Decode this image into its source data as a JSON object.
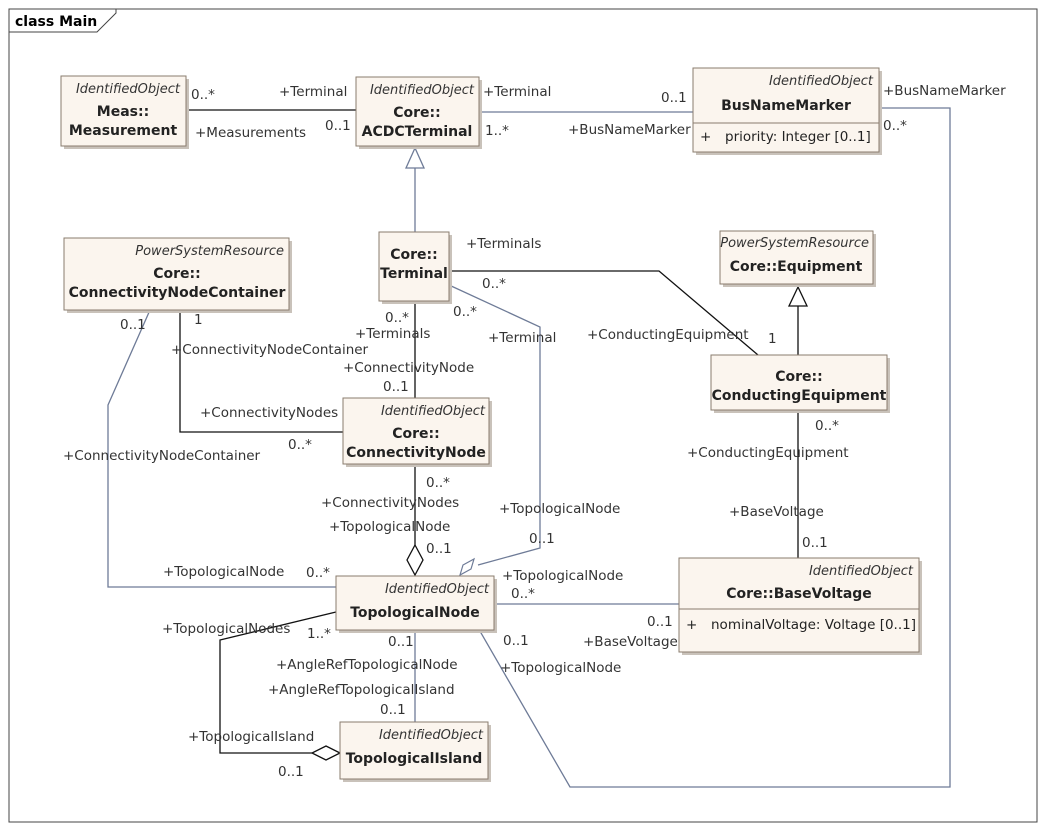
{
  "diagram": {
    "frame_title": "class Main",
    "classes": {
      "measurement": {
        "stereotype": "IdentifiedObject",
        "name1": "Meas::",
        "name2": "Measurement"
      },
      "acdc_terminal": {
        "stereotype": "IdentifiedObject",
        "name1": "Core::",
        "name2": "ACDCTerminal"
      },
      "bus_name_marker": {
        "stereotype": "IdentifiedObject",
        "name1": "BusNameMarker",
        "attr_vis": "+",
        "attr": "priority: Integer [0..1]"
      },
      "cnc": {
        "stereotype": "PowerSystemResource",
        "name1": "Core::",
        "name2": "ConnectivityNodeContainer"
      },
      "terminal": {
        "name1": "Core::",
        "name2": "Terminal"
      },
      "equipment": {
        "stereotype": "PowerSystemResource",
        "name1": "Core::Equipment"
      },
      "conducting_equipment": {
        "name1": "Core::",
        "name2": "ConductingEquipment"
      },
      "connectivity_node": {
        "stereotype": "IdentifiedObject",
        "name1": "Core::",
        "name2": "ConnectivityNode"
      },
      "topological_node": {
        "stereotype": "IdentifiedObject",
        "name1": "TopologicalNode"
      },
      "base_voltage": {
        "stereotype": "IdentifiedObject",
        "name1": "Core::BaseVoltage",
        "attr_vis": "+",
        "attr": "nominalVoltage: Voltage [0..1]"
      },
      "topological_island": {
        "stereotype": "IdentifiedObject",
        "name1": "TopologicalIsland"
      }
    },
    "labels": {
      "m_mult": "0..*",
      "m_terminal": "+Terminal",
      "m_measurements": "+Measurements",
      "a_mult_m": "0..1",
      "a_terminal": "+Terminal",
      "a_mult_b": "1..*",
      "a_busnamemarker": "+BusNameMarker",
      "b_mult_a": "0..1",
      "b_busnamemarker": "+BusNameMarker",
      "b_mult_tn": "0..*",
      "t_terminals_top": "+Terminals",
      "t_mult_ce": "0..*",
      "t_mult_tn": "0..*",
      "t_terminal": "+Terminal",
      "t_mult_cn": "0..*",
      "t_terminals_cn": "+Terminals",
      "cnc_mult_tn": "0..1",
      "cnc_mult_cn": "1",
      "cnc_cnc_role": "+ConnectivityNodeContainer",
      "cnc_cn_role": "+ConnectivityNodes",
      "cnc_cnc_role2": "+ConnectivityNodeContainer",
      "ce_role": "+ConductingEquipment",
      "ce_mult": "1",
      "cn_role": "+ConnectivityNode",
      "cn_mult": "0..1",
      "cn_mult_cnc": "0..*",
      "cn_mult_tn": "0..*",
      "cn_nodes_role": "+ConnectivityNodes",
      "cn_tn_role": "+TopologicalNode",
      "cn_tn_mult": "0..1",
      "t_tn_role": "+TopologicalNode",
      "t_tn_mult": "0..1",
      "ce_mult_bv": "0..*",
      "ce_role_bv": "+ConductingEquipment",
      "bv_role": "+BaseVoltage",
      "bv_mult": "0..1",
      "tn_cnc_role": "+TopologicalNode",
      "tn_cnc_mult": "0..*",
      "tn_bv_role": "+TopologicalNode",
      "tn_bv_mult": "0..*",
      "bv_tn_mult": "0..1",
      "bv_tn_role": "+BaseVoltage",
      "tn_bnm_mult": "0..1",
      "tn_bnm_role": "+TopologicalNode",
      "tn_nodes_role": "+TopologicalNodes",
      "tn_nodes_mult": "1..*",
      "tn_angle_mult": "0..1",
      "tn_angle_role": "+AngleRefTopologicalNode",
      "ti_angle_role": "+AngleRefTopologicalIsland",
      "ti_angle_mult": "0..1",
      "ti_role": "+TopologicalIsland",
      "ti_mult": "0..1"
    }
  }
}
